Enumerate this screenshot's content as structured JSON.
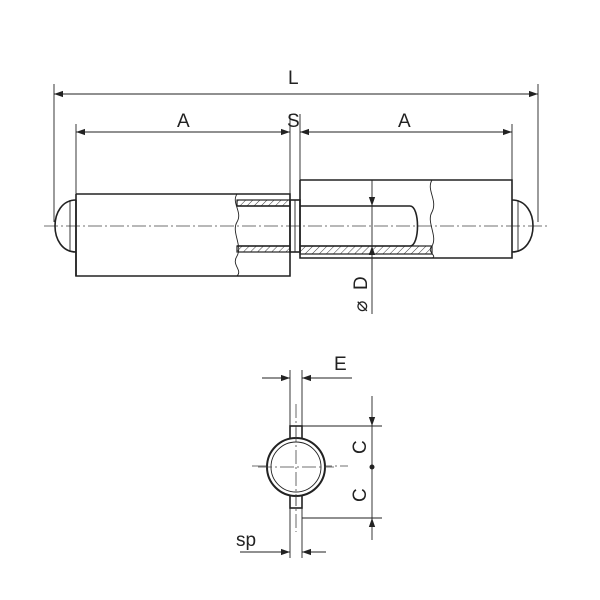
{
  "labels": {
    "overall_length": "L",
    "part_length_left": "A",
    "gap": "S",
    "part_length_right": "A",
    "diameter_symbol": "⌀",
    "diameter_letter": "D",
    "tab_width": "E",
    "tab_height_upper": "C",
    "tab_height_lower": "C",
    "tab_thickness": "sp"
  }
}
